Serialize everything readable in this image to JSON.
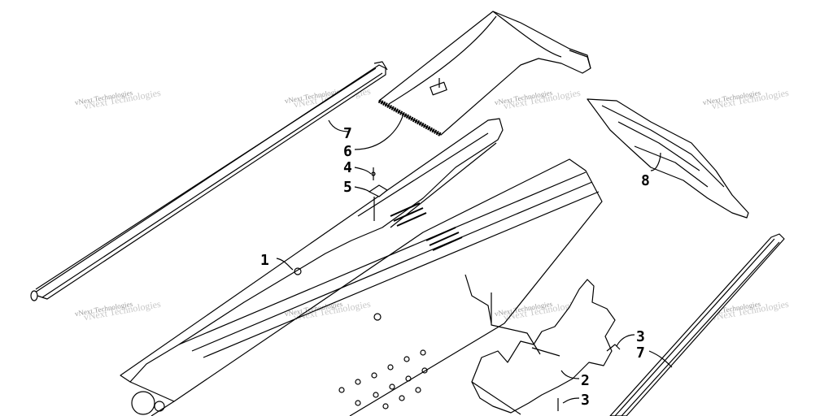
{
  "watermark": {
    "text": "vNext Technologies",
    "ghost_text": "vNext Technologies"
  },
  "callouts": {
    "c1": "1",
    "c2": "2",
    "c3a": "3",
    "c3b": "3",
    "c4": "4",
    "c5": "5",
    "c6": "6",
    "c7a": "7",
    "c7b": "7",
    "c8": "8"
  },
  "colors": {
    "line": "#000000",
    "background": "#ffffff",
    "watermark": "#9a9a9a"
  }
}
